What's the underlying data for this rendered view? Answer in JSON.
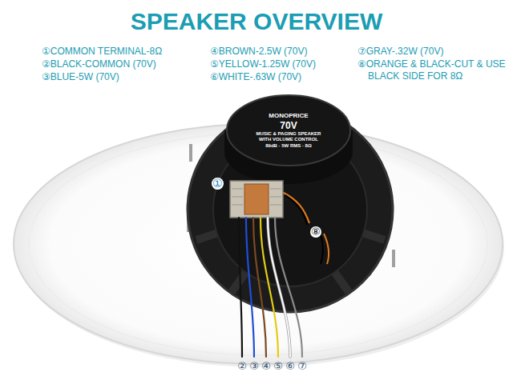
{
  "diagram": {
    "title": "SPEAKER OVERVIEW",
    "nodes": [
      {
        "text": [
          "MONOPRICE",
          "70V",
          "MUSIC & PAGING SPEAKER",
          "WITH VOLUME CONTROL",
          "89dB · 5W RMS · 8Ω"
        ]
      }
    ],
    "labels": [
      "①COMMON TERMINAL-8Ω",
      "②BLACK-COMMON (70V)",
      "③BLUE-5W (70V)",
      "④BROWN-2.5W (70V)",
      "⑤YELLOW-1.25W (70V)",
      "⑥WHITE-.63W (70V)",
      "⑦GRAY-.32W (70V)",
      "⑧ORANGE & BLACK-CUT & USE BLACK SIDE FOR 8Ω",
      "①",
      "⑧",
      "②",
      "③",
      "④",
      "⑤",
      "⑥",
      "⑦"
    ]
  }
}
